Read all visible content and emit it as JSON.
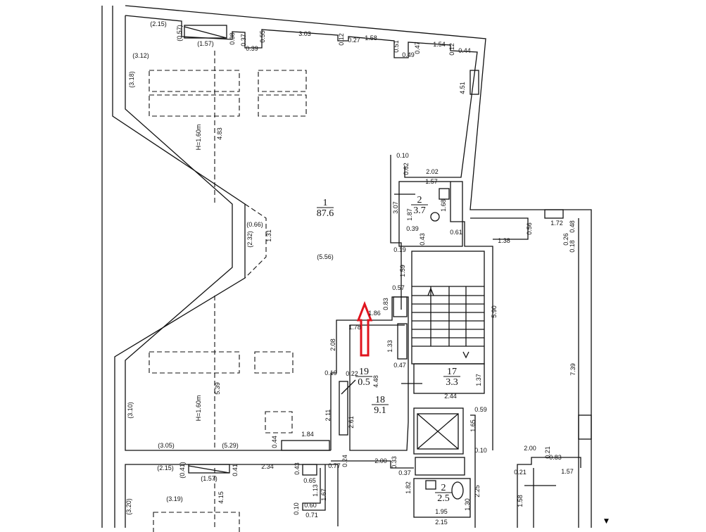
{
  "rooms": [
    {
      "number": "1",
      "area": "87.6"
    },
    {
      "number": "2",
      "area": "3.7"
    },
    {
      "number": "19",
      "area": "0.5"
    },
    {
      "number": "17",
      "area": "3.3"
    },
    {
      "number": "18",
      "area": "9.1"
    },
    {
      "number": "2",
      "area": "2.5"
    }
  ],
  "dims": [
    "(2.15)",
    "(0.57)",
    "(1.57)",
    "0.38",
    "0.37",
    "0.39",
    "0.55",
    "3.03",
    "0.12",
    "0.27",
    "1.58",
    "0.51",
    "0.49",
    "0.47",
    "1.54",
    "0.12",
    "0.44",
    "4.51",
    "(3.12)",
    "(3.18)",
    "4.83",
    "H=1.60m",
    "(5.56)",
    "(0.66)",
    "(2.32)",
    "1.31",
    "0.10",
    "0.62",
    "2.02",
    "1.57",
    "3.07",
    "1.87",
    "1.68",
    "0.39",
    "0.43",
    "0.61",
    "1.38",
    "0.56",
    "1.72",
    "0.48",
    "0.26",
    "0.18",
    "0.19",
    "1.59",
    "0.57",
    "0.83",
    "1.86",
    "5.90",
    "1.78",
    "1.33",
    "2.08",
    "0.47",
    "0.19",
    "0.22",
    "4.48",
    "1.37",
    "7.39",
    "2.44",
    "0.59",
    "1.65",
    "2.11",
    "2.61",
    "(3.10)",
    "H=1.60m",
    "5.39",
    "1.84",
    "(3.05)",
    "(5.29)",
    "0.44",
    "0.10",
    "2.00",
    "0.21",
    "0.83",
    "2.00",
    "0.24",
    "0.33",
    "0.37",
    "0.77",
    "2.34",
    "(2.15)",
    "(0.41)",
    "0.41",
    "(1.57)",
    "0.43",
    "0.65",
    "1.13",
    "1.67",
    "0.21",
    "1.57",
    "1.82",
    "2.25",
    "1.30",
    "1.95",
    "2.15",
    "1.58",
    "(3.19)",
    "4.15",
    "(3.20)",
    "0.10",
    "0.60",
    "0.71"
  ],
  "colors": {
    "highlight_arrow": "#e0141e",
    "walls": "#111111"
  }
}
